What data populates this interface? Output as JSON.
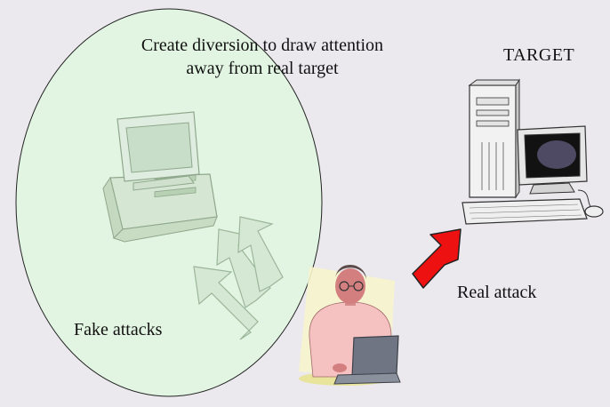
{
  "title": "",
  "labels": {
    "diversion": "Create diversion to draw attention away from real target",
    "target": "TARGET",
    "real_attack": "Real attack",
    "fake_attacks": "Fake attacks"
  },
  "colors": {
    "background": "#ebe9ee",
    "ellipse_fill": "#e2f5e2",
    "real_arrow": "#ee1111",
    "fake_arrow": "#d5e8d3"
  },
  "icons": {
    "decoy": "decoy-computer-icon",
    "target": "target-computer-icon",
    "attacker": "attacker-person-icon"
  }
}
